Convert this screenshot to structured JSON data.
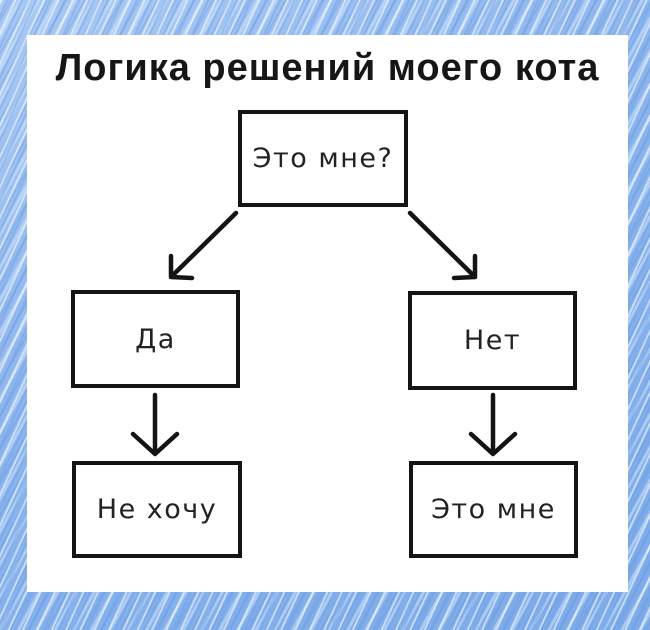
{
  "flowchart": {
    "title": "Логика решений моего кота",
    "nodes": [
      {
        "id": "question",
        "label": "Это мне?"
      },
      {
        "id": "yes",
        "label": "Да"
      },
      {
        "id": "no",
        "label": "Нет"
      },
      {
        "id": "yes-result",
        "label": "Не хочу"
      },
      {
        "id": "no-result",
        "label": "Это мне"
      }
    ],
    "edges": [
      {
        "from": "question",
        "to": "yes"
      },
      {
        "from": "question",
        "to": "no"
      },
      {
        "from": "yes",
        "to": "yes-result"
      },
      {
        "from": "no",
        "to": "no-result"
      }
    ]
  },
  "colors": {
    "background_blue": "#8cb6ee",
    "background_blue_light": "#d7e8fa",
    "background_blue_dark": "#6f9fe4",
    "card_background": "#ffffff",
    "line_color": "#141414",
    "text_color": "#222222",
    "title_color": "#161616"
  }
}
